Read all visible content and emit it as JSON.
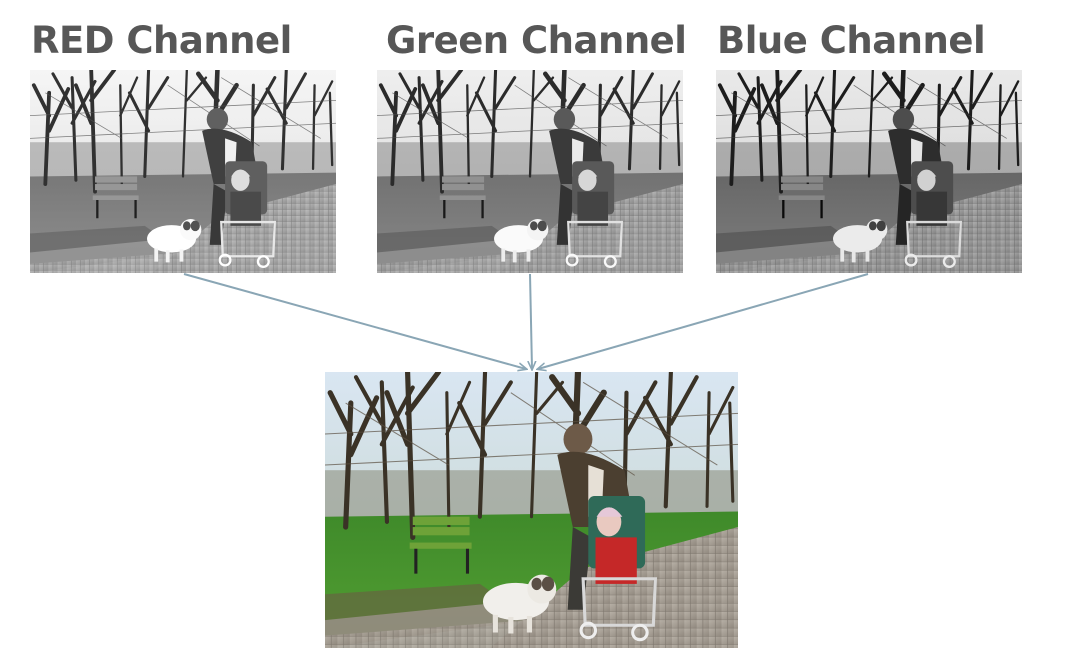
{
  "labels": {
    "red": "RED Channel",
    "green": "Green Channel",
    "blue": "Blue Channel"
  },
  "colors": {
    "label_text": "#575757",
    "arrow": "#8aa6b5"
  },
  "images": {
    "red": "grayscale-park-scene",
    "green": "grayscale-park-scene",
    "blue": "grayscale-park-scene",
    "combined": "color-park-scene"
  }
}
